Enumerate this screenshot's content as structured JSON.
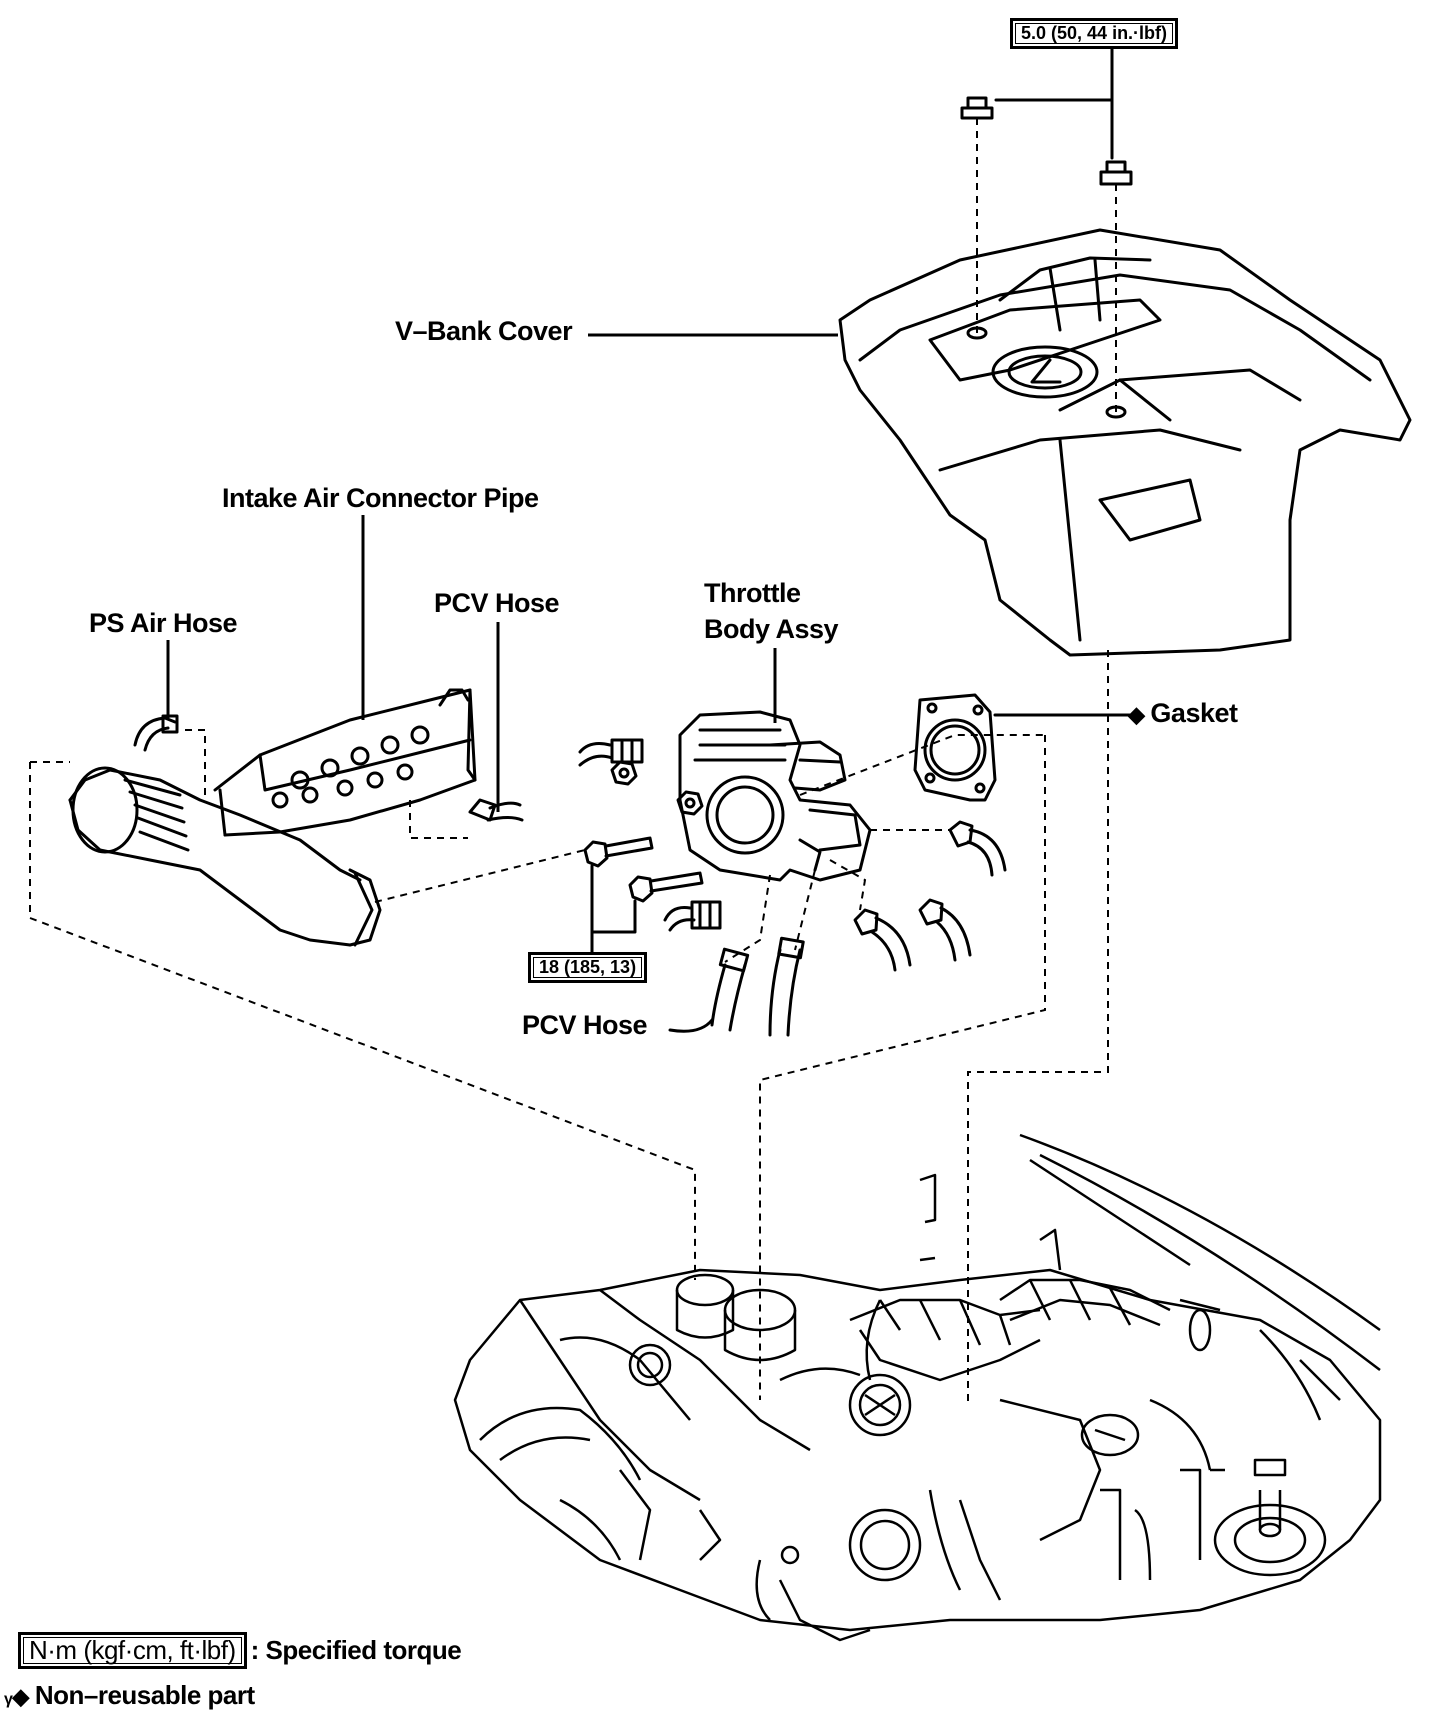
{
  "labels": {
    "v_bank_cover": "V–Bank Cover",
    "intake_air_connector_pipe": "Intake Air Connector Pipe",
    "ps_air_hose": "PS Air Hose",
    "pcv_hose_upper": "PCV Hose",
    "throttle_body_line1": "Throttle",
    "throttle_body_line2": "Body Assy",
    "gasket": "Gasket",
    "pcv_hose_lower": "PCV Hose"
  },
  "torques": {
    "cover_nuts": "5.0 (50, 44 in.·lbf)",
    "throttle_bolts": "18 (185, 13)"
  },
  "legend": {
    "torque_box": "N·m (kgf·cm, ft·lbf)",
    "torque_text": ": Specified torque",
    "nonreusable_marker": "γ",
    "nonreusable_text": "Non–reusable part"
  },
  "symbols": {
    "non_reusable": "◆"
  },
  "colors": {
    "ink": "#000000",
    "paper": "#ffffff"
  }
}
